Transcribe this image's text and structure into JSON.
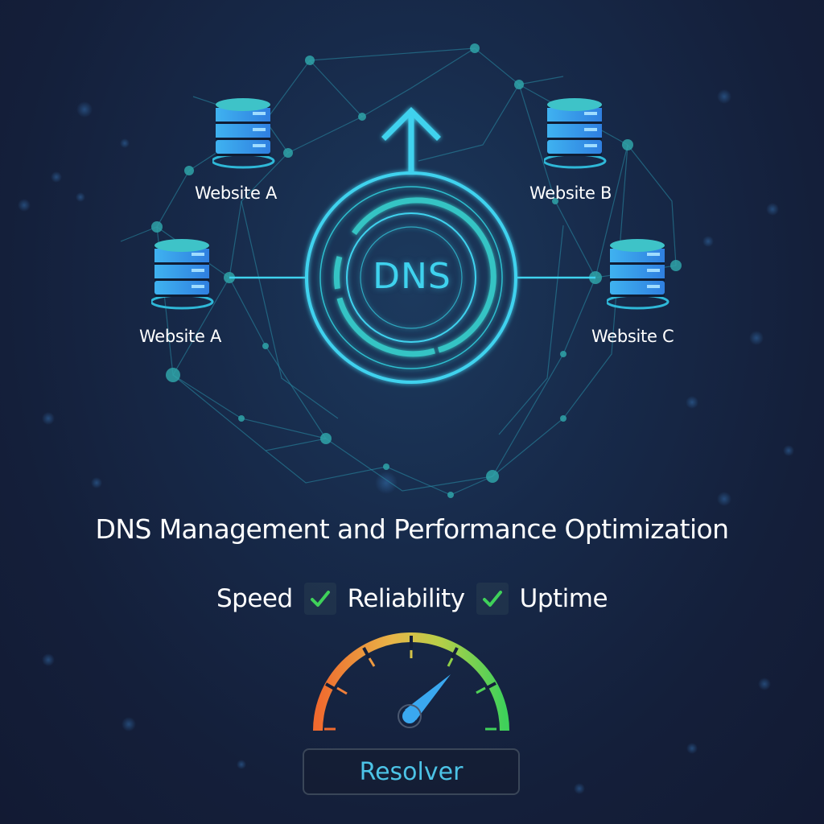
{
  "diagram": {
    "center": {
      "label": "DNS",
      "color": "#3fd2ee"
    },
    "servers": [
      {
        "id": "top-left",
        "label": "Website A"
      },
      {
        "id": "mid-left",
        "label": "Website A"
      },
      {
        "id": "top-right",
        "label": "Website B"
      },
      {
        "id": "mid-right",
        "label": "Website C"
      }
    ]
  },
  "title": "DNS Management and Performance Optimization",
  "features": [
    {
      "label": "Speed",
      "checked": false
    },
    {
      "label": "Reliability",
      "checked": true
    },
    {
      "label": "Uptime",
      "checked": true
    }
  ],
  "gauge": {
    "colors": {
      "low": "#f06a2e",
      "mid": "#e8b548",
      "high": "#3fd15a",
      "needle": "#3aa8f0"
    }
  },
  "resolver": {
    "label": "Resolver"
  },
  "colors": {
    "background": "#141f3a",
    "accent": "#3fd2ee",
    "server_blue": "#3b9ff0",
    "check_green": "#3fd15a"
  }
}
